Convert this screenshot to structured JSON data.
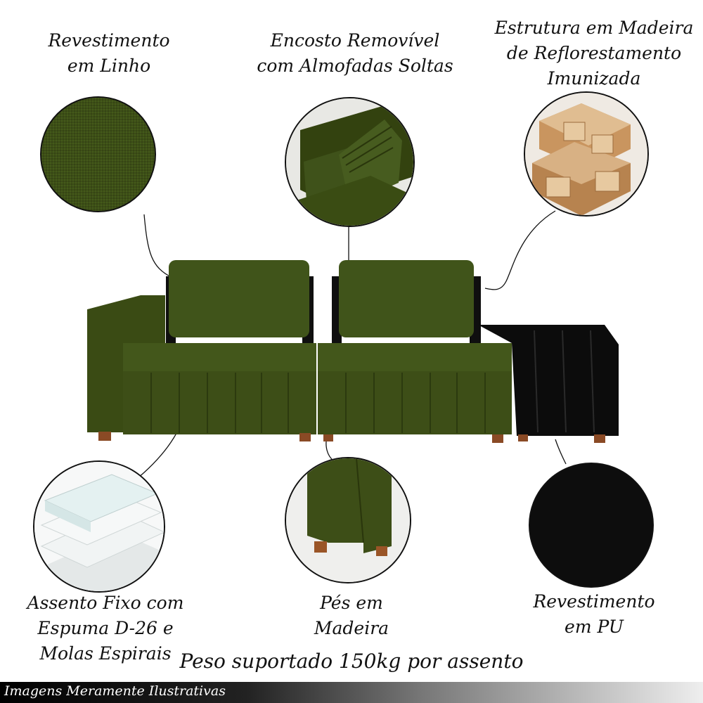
{
  "labels": {
    "linen": "Revestimento\nem Linho",
    "backrest": "Encosto Removível\ncom Almofadas Soltas",
    "structure": "Estrutura em Madeira\nde Reflorestamento\nImunizada",
    "seat": "Assento Fixo com\nEspuma D-26 e\nMolas Espirais",
    "feet": "Pés em\nMadeira",
    "pu": "Revestimento\nem PU"
  },
  "weight_text": "Peso suportado 150kg por assento",
  "disclaimer": "Imagens Meramente Ilustrativas",
  "colors": {
    "fabric": "#3d4e17",
    "fabric_dark": "#2c3a0f",
    "pu": "#0d0d0d",
    "wood": "#c9955f",
    "foam": "#eef3f3",
    "feet": "#8a4a25"
  }
}
